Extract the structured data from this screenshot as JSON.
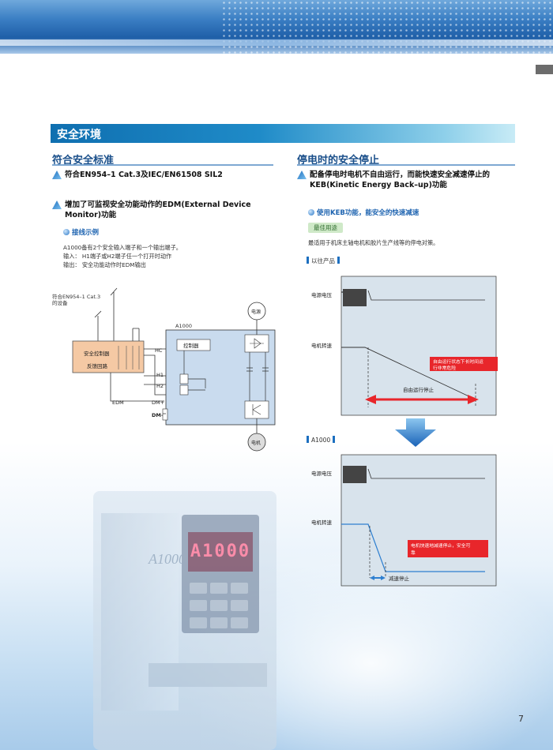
{
  "section": {
    "title": "安全环境"
  },
  "left": {
    "heading": "符合安全标准",
    "bullet1": "符合EN954–1 Cat.3及IEC/EN61508 SIL2",
    "bullet2_line1": "增加了可监视安全功能动作的EDM(External Device",
    "bullet2_line2": "Monitor)功能",
    "sub": "接线示例",
    "desc": [
      "A1000备有2个安全输入端子和一个输出端子。",
      "输入： H1端子或H2端子任一个打开时动作",
      "输出： 安全功能动作时EDM输出"
    ],
    "diagram": {
      "device_label_1": "符合EN954–1 Cat.3",
      "device_label_2": "的设备",
      "controller": "安全控制器",
      "feedback": "反馈回路",
      "drive": "A1000",
      "inner": "控制器",
      "terminals": [
        "HC",
        "H1",
        "H2",
        "DM+",
        "DM–"
      ],
      "edm": "EDM",
      "power": "电源",
      "motor": "电机"
    }
  },
  "right": {
    "heading": "停电时的安全停止",
    "bullet_line1": "配备停电时电机不自由运行，而能快速安全减速停止的",
    "bullet_line2": "KEB(Kinetic Energy Back–up)功能",
    "sub": "使用KEB功能，能安全的快速减速",
    "badge": "最佳用途",
    "usage": "最适用于机床主轴电机和胶片生产线等的停电对策。",
    "chart1": {
      "tag": "以往产品",
      "label_voltage": "电源电压",
      "label_speed": "电机转速",
      "callout_1": "自由运行状态下长时间运",
      "callout_2": "行非常危险",
      "arrow_label": "自由运行停止"
    },
    "chart2": {
      "tag": "A1000",
      "label_voltage": "电源电压",
      "label_speed": "电机转速",
      "callout_1": "电机快速地减速停止，安全可",
      "callout_2": "靠",
      "arrow_label": "减速停止"
    }
  },
  "drive_image": {
    "logo": "A1000",
    "display": "A1000"
  },
  "page_number": "7",
  "colors": {
    "accent": "#1f8bc8",
    "heading": "#1a4f8a",
    "callout": "#e8262b",
    "line": "#2e7fd0"
  }
}
